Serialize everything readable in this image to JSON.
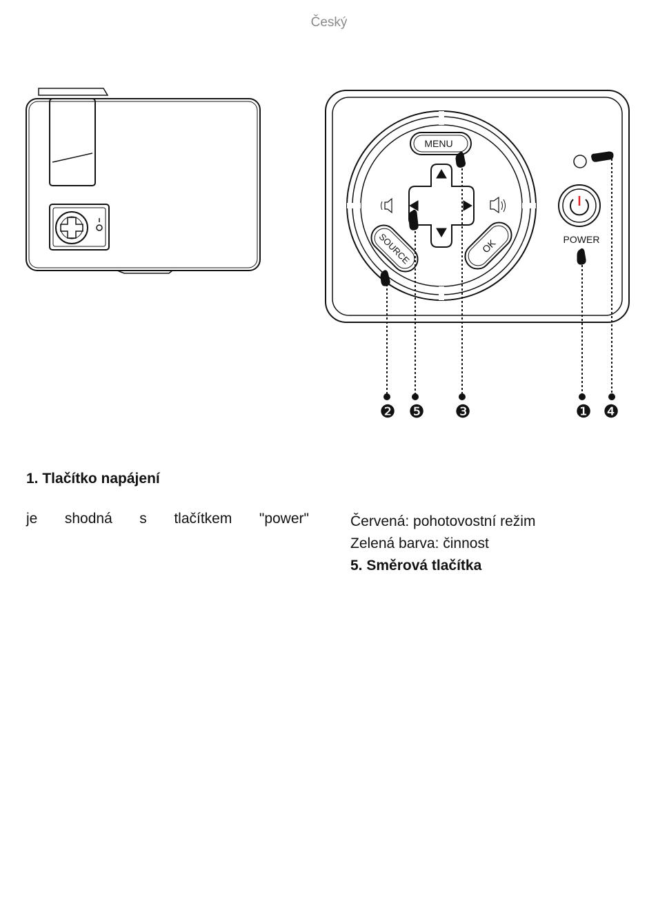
{
  "header": {
    "language": "Český"
  },
  "figure": {
    "panel_labels": {
      "menu": "MENU",
      "source": "SOURCE",
      "ok": "OK",
      "power": "POWER"
    },
    "callouts": [
      "❷",
      "❺",
      "❸",
      "❶",
      "❹"
    ]
  },
  "text": {
    "heading1": "1. Tlačítko napájení",
    "left_words": [
      "je",
      "shodná",
      "s",
      "tlačítkem",
      "\"power\""
    ],
    "right_line1": "Červená: pohotovostní režim",
    "right_line2": "Zelená barva: činnost",
    "heading5": "5. Směrová tlačítka"
  }
}
